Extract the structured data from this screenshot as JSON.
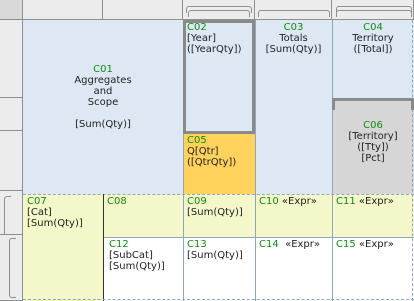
{
  "cells": {
    "c01": {
      "id": "C01",
      "lines": [
        "Aggregates",
        "and",
        "Scope",
        "",
        "[Sum(Qty)]"
      ]
    },
    "c02": {
      "id": "C02",
      "lines": [
        "[Year]",
        "([YearQty])"
      ]
    },
    "c03": {
      "id": "C03",
      "lines": [
        "Totals",
        "[Sum(Qty)]"
      ]
    },
    "c04": {
      "id": "C04",
      "lines": [
        "Territory",
        "([Total])"
      ]
    },
    "c05": {
      "id": "C05",
      "lines": [
        "Q[Qtr]",
        "([QtrQty])"
      ]
    },
    "c06": {
      "id": "C06",
      "lines": [
        "[Territory]",
        "([Tty])",
        "[Pct]"
      ]
    },
    "c07": {
      "id": "C07",
      "lines": [
        "[Cat]",
        "[Sum(Qty)]"
      ]
    },
    "c08": {
      "id": "C08",
      "lines": []
    },
    "c09": {
      "id": "C09",
      "lines": [
        "[Sum(Qty)]"
      ]
    },
    "c10": {
      "id": "C10",
      "expr": "«Expr»"
    },
    "c11": {
      "id": "C11",
      "expr": "«Expr»"
    },
    "c12": {
      "id": "C12",
      "lines": [
        "[SubCat]",
        "[Sum(Qty)]"
      ]
    },
    "c13": {
      "id": "C13",
      "lines": [
        "[Sum(Qty)]"
      ]
    },
    "c14": {
      "id": "C14",
      "expr": "«Expr»"
    },
    "c15": {
      "id": "C15",
      "expr": "«Expr»"
    }
  },
  "colors": {
    "header": "#ececec",
    "blue_cell": "#dde8f4",
    "grey_cell": "#d6d6d6",
    "orange_cell": "#ffd25c",
    "yellow_cell": "#f4f7c9",
    "cell_id_text": "#138a13"
  }
}
